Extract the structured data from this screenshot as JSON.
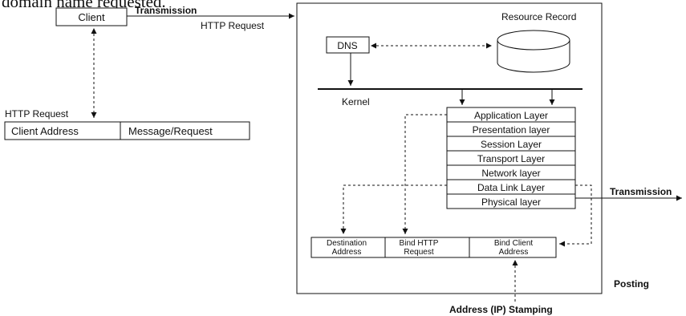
{
  "top_caption": "domain name requested.",
  "client": "Client",
  "transmission_top": "Transmission",
  "http_request_top": "HTTP Request",
  "http_request_left": "HTTP Request",
  "client_address": "Client Address",
  "message_request": "Message/Request",
  "resource_record": "Resource Record",
  "dns": "DNS",
  "kernel": "Kernel",
  "layers": [
    "Application Layer",
    "Presentation layer",
    "Session Layer",
    "Transport Layer",
    "Network layer",
    "Data Link Layer",
    "Physical layer"
  ],
  "transmission_right": "Transmission",
  "dest_address": [
    "Destination",
    "Address"
  ],
  "bind_http": [
    "Bind HTTP",
    "Request"
  ],
  "bind_client": [
    "Bind Client",
    "Address"
  ],
  "posting": "Posting",
  "stamping": "Address (IP) Stamping"
}
